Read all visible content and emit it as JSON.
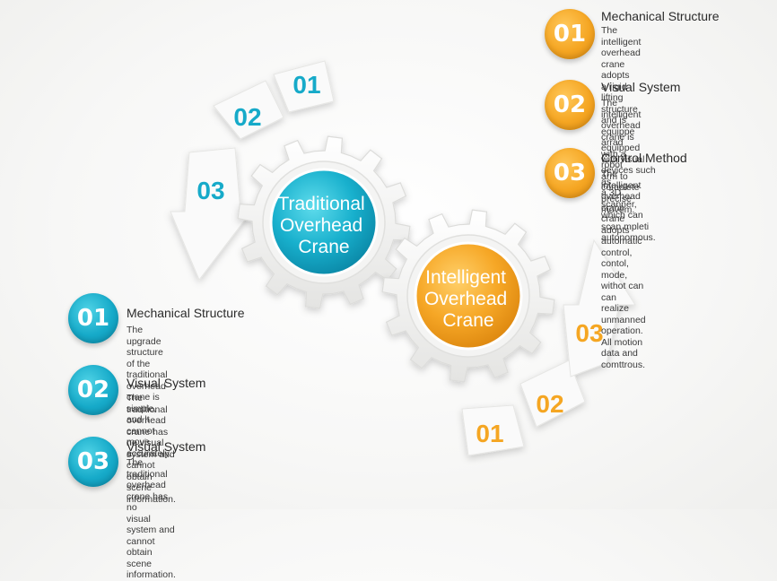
{
  "colors": {
    "teal": "#16aac9",
    "orange": "#f5a623",
    "gear": "#f2f2f2",
    "text": "#2b2b2b"
  },
  "gears": {
    "traditional": {
      "label_lines": [
        "Traditional",
        "Overhead",
        "Crane"
      ],
      "color": "#16aac9"
    },
    "intelligent": {
      "label_lines": [
        "Intelligent",
        "Overhead",
        "Crane"
      ],
      "color": "#f5a623"
    }
  },
  "left_arrow": {
    "steps": [
      "01",
      "02",
      "03"
    ],
    "color": "#16aac9"
  },
  "right_arrow": {
    "steps": [
      "01",
      "02",
      "03"
    ],
    "color": "#f5a623"
  },
  "traditional_items": [
    {
      "number": "01",
      "title": "Mechanical Structure",
      "text_lines": [
        "The upgrade structure of the",
        "traditional overhead crane is simple,",
        "and it cannot move accurately."
      ]
    },
    {
      "number": "02",
      "title": "Visual System",
      "text_lines": [
        "The traditional overhead crane has",
        "no visual system and cannot obtain",
        "scene information."
      ]
    },
    {
      "number": "03",
      "title": "Visual System",
      "text_lines": [
        "The traditional overhead crane has no",
        "visual system and cannot obtain scene",
        "information."
      ]
    }
  ],
  "intelligent_items": [
    {
      "number": "01",
      "title": "Mechanical Structure",
      "text_lines": [
        "The intelligent overhead crane adopts",
        "a rigid lifting structure and is equippe",
        "arrad with a robot arm to complete",
        "precise movem."
      ]
    },
    {
      "number": "02",
      "title": "Visual System",
      "text_lines": [
        "The intelligent overhead crane is",
        "equipped with visual devices such as",
        "a 3D scanner, which can scan mpleti",
        "autonomous."
      ]
    },
    {
      "number": "03",
      "title": "Control Method",
      "text_lines": [
        "The intelligent overhead crane",
        "crane adopts automatic control,",
        "contol, mode, withot can can realize",
        "unmanned operation. All motion",
        "data and comttrous."
      ]
    }
  ]
}
